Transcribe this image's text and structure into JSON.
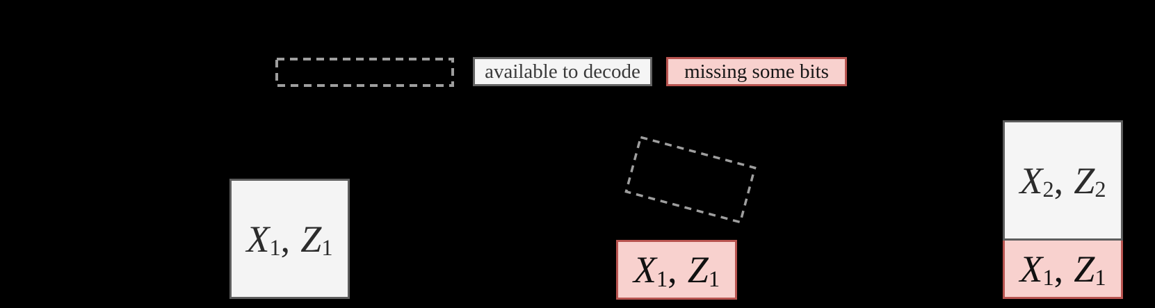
{
  "canvas": {
    "background": "#000000"
  },
  "legend": {
    "lost_label": "",
    "available_label": "available to decode",
    "missing_label": "missing some bits"
  },
  "colors": {
    "background": "#000000",
    "light_fill": "#f5f5f5",
    "light_border": "#5d5d5d",
    "pink_fill": "#f8d1ce",
    "pink_border": "#b85450",
    "dash_color": "#9e9e9e",
    "legend_text": "#3a3a3a",
    "math_text": "#2b2b2b"
  },
  "boxes": {
    "left": {
      "v1": "X",
      "s1": "1",
      "sep": ",",
      "v2": "Z",
      "s2": "1"
    },
    "middle_pink": {
      "v1": "X",
      "s1": "1",
      "sep": ",",
      "v2": "Z",
      "s2": "1"
    },
    "right_top": {
      "v1": "X",
      "s1": "2",
      "sep": ",",
      "v2": "Z",
      "s2": "2"
    },
    "right_bottom": {
      "v1": "X",
      "s1": "1",
      "sep": ",",
      "v2": "Z",
      "s2": "1"
    }
  }
}
